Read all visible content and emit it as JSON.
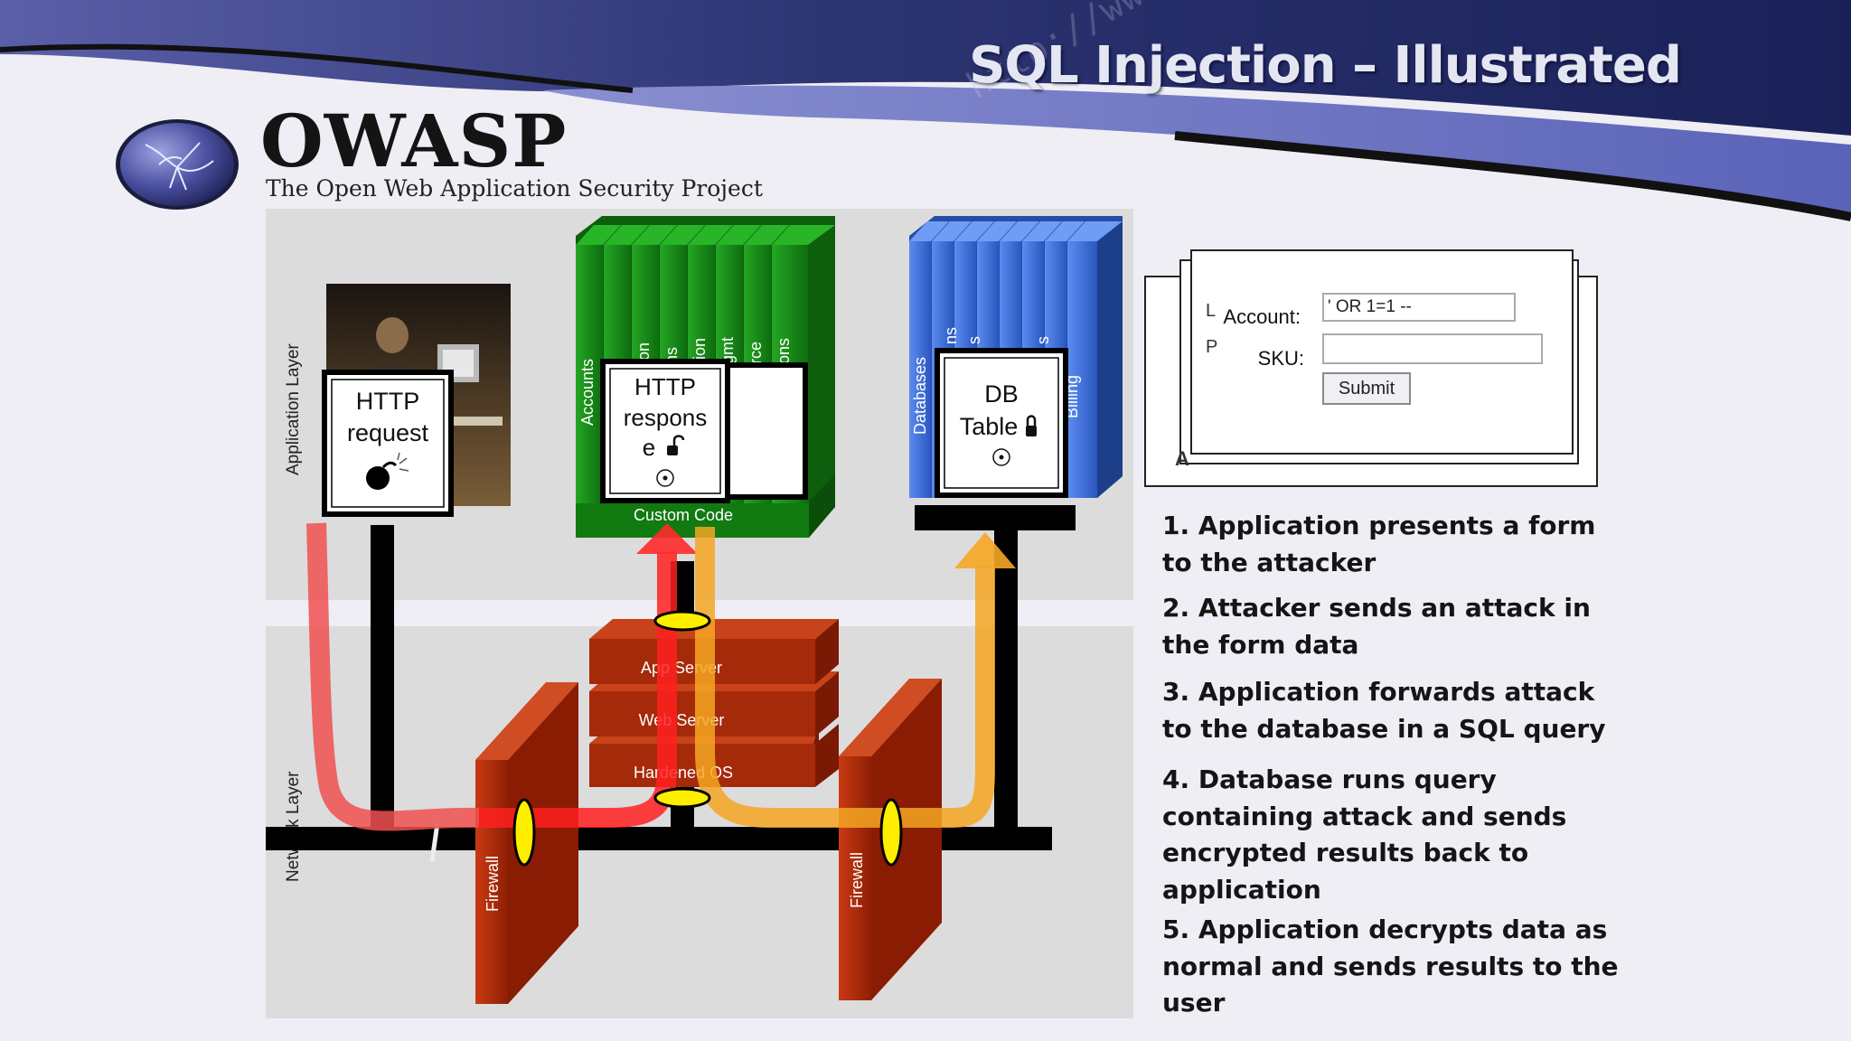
{
  "title": "SQL Injection – Illustrated",
  "logo": {
    "wordmark": "OWASP",
    "tagline": "The Open Web Application Security Project"
  },
  "diagram": {
    "application_layer_label": "Application Layer",
    "network_layer_label": "Network Layer",
    "http_request_box": [
      "HTTP",
      "request"
    ],
    "http_response_box": [
      "HTTP",
      "respons",
      "e"
    ],
    "db_table_box": [
      "DB",
      "Table"
    ],
    "custom_code_label": "Custom Code",
    "green_stack_labels": [
      "Accounts",
      "ion",
      "ns",
      "tion",
      "gmt",
      "rce",
      "ons"
    ],
    "blue_stack_labels": [
      "Databases",
      "ns",
      "s",
      "s",
      "Billing"
    ],
    "server_layers": [
      "App Server",
      "Web Server",
      "Hardened OS"
    ],
    "firewall_label": "Firewall",
    "colors": {
      "attack_red": "#e8202a",
      "response_orange": "#f5a623",
      "app_green": "#1d8a1d",
      "db_blue": "#3f6fd6",
      "firewall_red": "#b42a0c"
    }
  },
  "form": {
    "account_label": "Account:",
    "account_value": "' OR 1=1 --",
    "sku_label": "SKU:",
    "sku_value": "",
    "submit_label": "Submit"
  },
  "steps": [
    "1. Application presents a form to the attacker",
    "2. Attacker sends an attack in the form data",
    "3. Application forwards attack to the database in a SQL query",
    "4. Database runs query containing attack and sends encrypted results back to application",
    "5. Application decrypts data as normal and sends results to the user"
  ]
}
